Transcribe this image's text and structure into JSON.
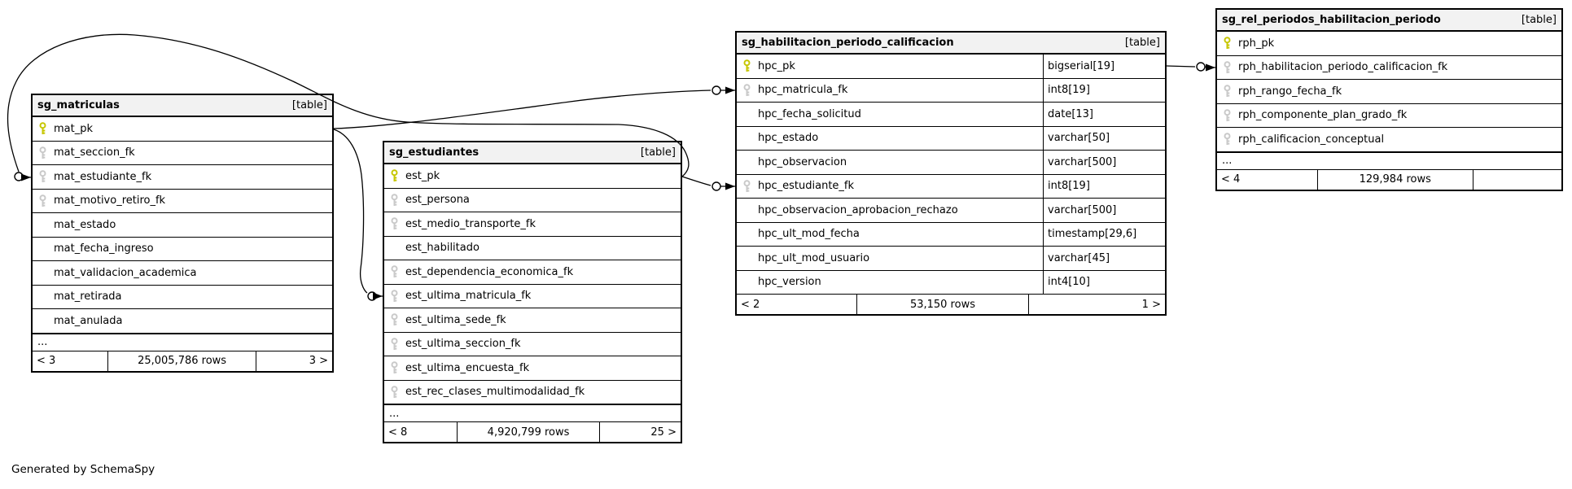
{
  "page": {
    "generator_note": "Generated by SchemaSpy"
  },
  "colors": {
    "header_bg": "#f2f2f2",
    "border": "#000000",
    "pk_key": "#c6c600",
    "fk_key": "#c9c9c9",
    "edge": "#000000"
  },
  "tables": [
    {
      "id": "sg_matriculas",
      "name": "sg_matriculas",
      "badge": "[table]",
      "columns": [
        {
          "name": "mat_pk",
          "key": "pk"
        },
        {
          "name": "mat_seccion_fk",
          "key": "fk"
        },
        {
          "name": "mat_estudiante_fk",
          "key": "fk"
        },
        {
          "name": "mat_motivo_retiro_fk",
          "key": "fk"
        },
        {
          "name": "mat_estado",
          "key": ""
        },
        {
          "name": "mat_fecha_ingreso",
          "key": ""
        },
        {
          "name": "mat_validacion_academica",
          "key": ""
        },
        {
          "name": "mat_retirada",
          "key": ""
        },
        {
          "name": "mat_anulada",
          "key": ""
        }
      ],
      "ellipsis": "...",
      "footer": {
        "left": "< 3",
        "center": "25,005,786 rows",
        "right": "3 >"
      }
    },
    {
      "id": "sg_estudiantes",
      "name": "sg_estudiantes",
      "badge": "[table]",
      "columns": [
        {
          "name": "est_pk",
          "key": "pk"
        },
        {
          "name": "est_persona",
          "key": "fk"
        },
        {
          "name": "est_medio_transporte_fk",
          "key": "fk"
        },
        {
          "name": "est_habilitado",
          "key": ""
        },
        {
          "name": "est_dependencia_economica_fk",
          "key": "fk"
        },
        {
          "name": "est_ultima_matricula_fk",
          "key": "fk"
        },
        {
          "name": "est_ultima_sede_fk",
          "key": "fk"
        },
        {
          "name": "est_ultima_seccion_fk",
          "key": "fk"
        },
        {
          "name": "est_ultima_encuesta_fk",
          "key": "fk"
        },
        {
          "name": "est_rec_clases_multimodalidad_fk",
          "key": "fk"
        }
      ],
      "ellipsis": "...",
      "footer": {
        "left": "< 8",
        "center": "4,920,799 rows",
        "right": "25 >"
      }
    },
    {
      "id": "sg_habilitacion_periodo_calificacion",
      "name": "sg_habilitacion_periodo_calificacion",
      "badge": "[table]",
      "columns": [
        {
          "name": "hpc_pk",
          "key": "pk",
          "type": "bigserial[19]"
        },
        {
          "name": "hpc_matricula_fk",
          "key": "fk",
          "type": "int8[19]"
        },
        {
          "name": "hpc_fecha_solicitud",
          "key": "",
          "type": "date[13]"
        },
        {
          "name": "hpc_estado",
          "key": "",
          "type": "varchar[50]"
        },
        {
          "name": "hpc_observacion",
          "key": "",
          "type": "varchar[500]"
        },
        {
          "name": "hpc_estudiante_fk",
          "key": "fk",
          "type": "int8[19]"
        },
        {
          "name": "hpc_observacion_aprobacion_rechazo",
          "key": "",
          "type": "varchar[500]"
        },
        {
          "name": "hpc_ult_mod_fecha",
          "key": "",
          "type": "timestamp[29,6]"
        },
        {
          "name": "hpc_ult_mod_usuario",
          "key": "",
          "type": "varchar[45]"
        },
        {
          "name": "hpc_version",
          "key": "",
          "type": "int4[10]"
        }
      ],
      "footer": {
        "left": "< 2",
        "center": "53,150 rows",
        "right": "1 >"
      }
    },
    {
      "id": "sg_rel_periodos_habilitacion_periodo",
      "name": "sg_rel_periodos_habilitacion_periodo",
      "badge": "[table]",
      "columns": [
        {
          "name": "rph_pk",
          "key": "pk"
        },
        {
          "name": "rph_habilitacion_periodo_calificacion_fk",
          "key": "fk"
        },
        {
          "name": "rph_rango_fecha_fk",
          "key": "fk"
        },
        {
          "name": "rph_componente_plan_grado_fk",
          "key": "fk"
        },
        {
          "name": "rph_calificacion_conceptual",
          "key": "fk"
        }
      ],
      "ellipsis": "...",
      "footer": {
        "left": "< 4",
        "center": "129,984 rows",
        "right": ""
      }
    }
  ],
  "relationships": [
    {
      "fk": "sg_matriculas.mat_estudiante_fk",
      "references": "sg_estudiantes.est_pk"
    },
    {
      "fk": "sg_estudiantes.est_ultima_matricula_fk",
      "references": "sg_matriculas.mat_pk"
    },
    {
      "fk": "sg_habilitacion_periodo_calificacion.hpc_matricula_fk",
      "references": "sg_matriculas.mat_pk"
    },
    {
      "fk": "sg_habilitacion_periodo_calificacion.hpc_estudiante_fk",
      "references": "sg_estudiantes.est_pk"
    },
    {
      "fk": "sg_rel_periodos_habilitacion_periodo.rph_habilitacion_periodo_calificacion_fk",
      "references": "sg_habilitacion_periodo_calificacion.hpc_pk"
    }
  ]
}
